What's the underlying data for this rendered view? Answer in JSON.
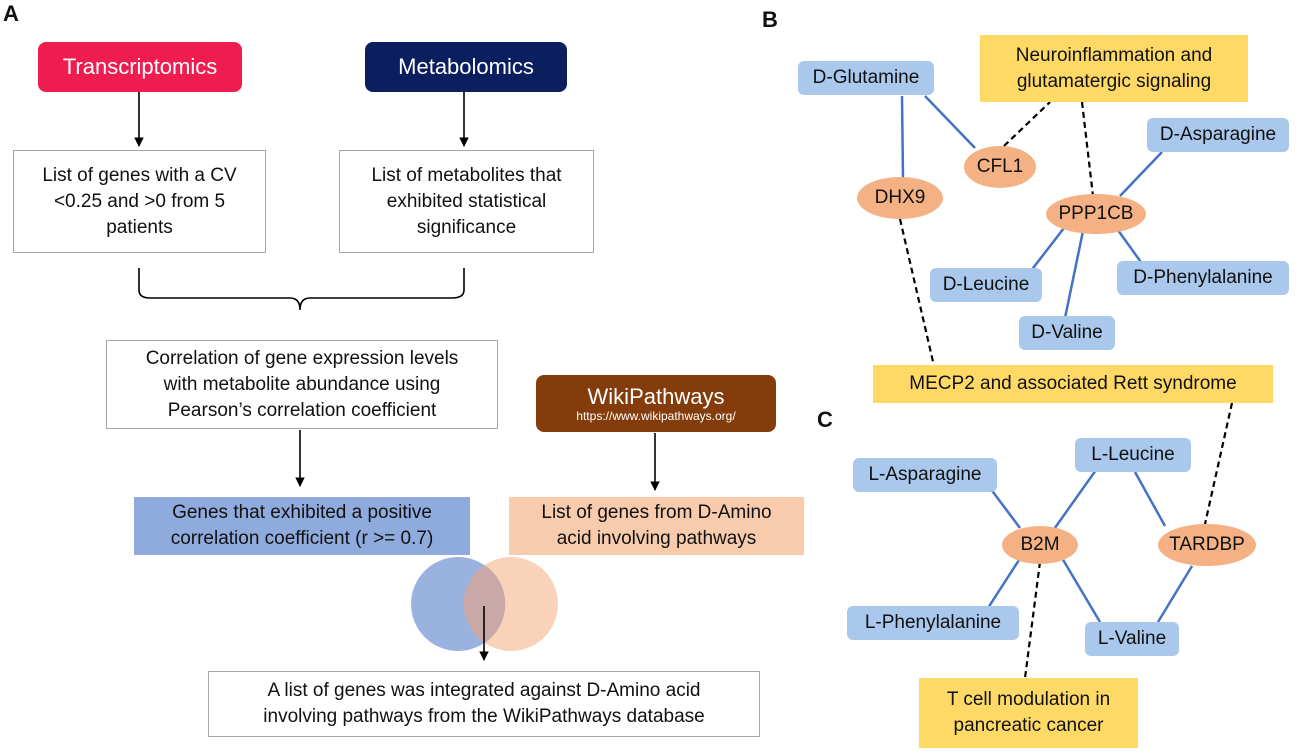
{
  "panels": {
    "a": "A",
    "b": "B",
    "c": "C"
  },
  "panel_a": {
    "transcriptomics": "Transcriptomics",
    "metabolomics": "Metabolomics",
    "genes_list": [
      "List of genes with a CV",
      "<0.25 and >0 from 5",
      "patients"
    ],
    "metabolites_list": [
      "List of metabolites that",
      "exhibited statistical",
      "significance"
    ],
    "correlation": [
      "Correlation of gene expression levels",
      "with metabolite abundance using",
      "Pearson’s correlation coefficient"
    ],
    "wikipathways_title": "WikiPathways",
    "wikipathways_url": "https://www.wikipathways.org/",
    "positive_genes": [
      "Genes that exhibited a positive",
      "correlation coefficient (r >= 0.7)"
    ],
    "pathway_genes": [
      "List of genes from D-Amino",
      "acid involving pathways"
    ],
    "result": [
      "A list of genes was integrated against D-Amino acid",
      "involving pathways from the WikiPathways database"
    ],
    "colors": {
      "transcriptomics": "#ef1d4f",
      "metabolomics": "#0b1f5f",
      "wikipathways": "#843c0c",
      "venn_left": "#8faadc",
      "venn_right": "#f8cbad"
    }
  },
  "panel_b": {
    "d_glutamine": "D-Glutamine",
    "neuroinflammation": [
      "Neuroinflammation and",
      "glutamatergic signaling"
    ],
    "d_asparagine": "D-Asparagine",
    "cfl1": "CFL1",
    "dhx9": "DHX9",
    "ppp1cb": "PPP1CB",
    "d_leucine": "D-Leucine",
    "d_phenylalanine": "D-Phenylalanine",
    "d_valine": "D-Valine",
    "mecp2": "MECP2 and associated Rett syndrome"
  },
  "panel_c": {
    "l_asparagine": "L-Asparagine",
    "l_leucine": "L-Leucine",
    "b2m": "B2M",
    "tardbp": "TARDBP",
    "l_phenylalanine": "L-Phenylalanine",
    "l_valine": "L-Valine",
    "t_cell": [
      "T cell modulation in",
      "pancreatic cancer"
    ]
  }
}
